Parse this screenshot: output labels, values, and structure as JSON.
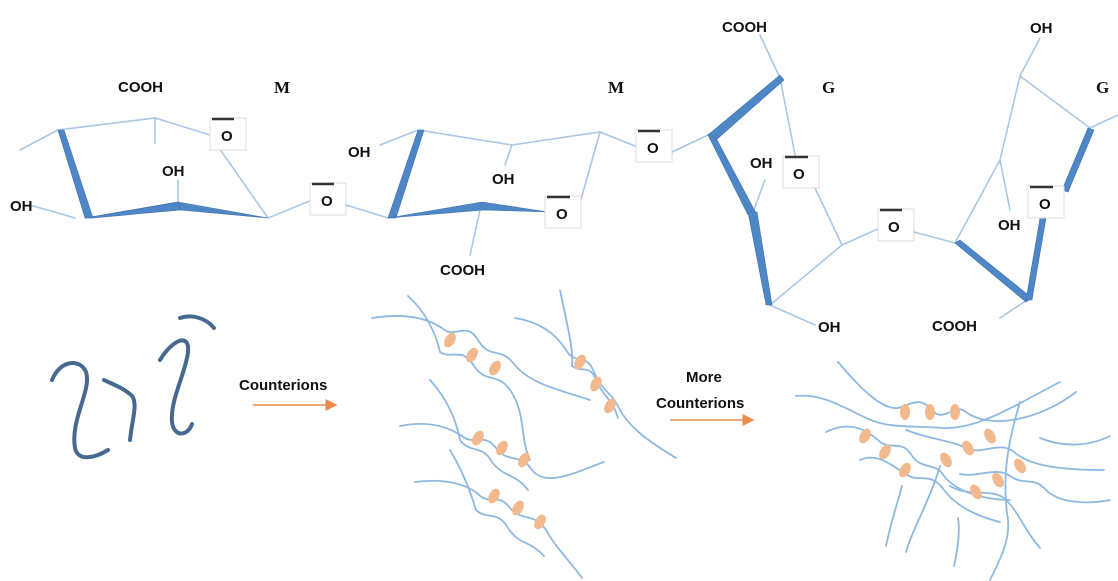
{
  "units": [
    "M",
    "M",
    "G",
    "G"
  ],
  "groups": {
    "cooh": "COOH",
    "oh": "OH",
    "o": "O"
  },
  "captions": {
    "step1": "Counterions",
    "step2_line1": "More",
    "step2_line2": "Counterions"
  },
  "colors": {
    "bond": "#a9c7e6",
    "wedge": "#4f86c6",
    "chain": "#47698f",
    "strand": "#8db9e2",
    "counterion": "#f2b98e",
    "arrow": "#e88a4a"
  }
}
